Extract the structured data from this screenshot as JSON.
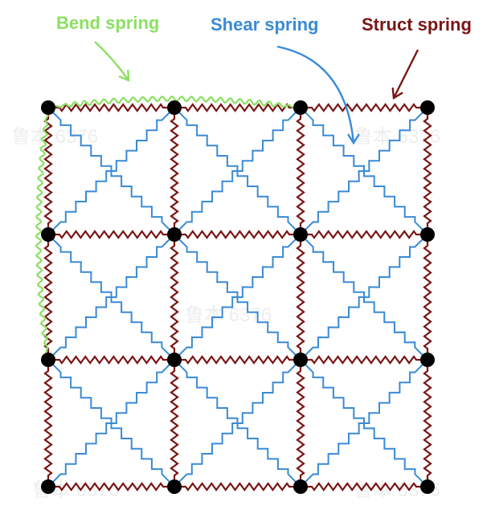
{
  "labels": {
    "bend": "Bend spring",
    "shear": "Shear spring",
    "struct": "Struct spring"
  },
  "colors": {
    "bend": "#8be063",
    "shear": "#3a8ad6",
    "struct": "#7a1515",
    "node": "#000000"
  },
  "watermark": "鲁本 6376",
  "grid": {
    "cols": 3,
    "rows": 3
  }
}
